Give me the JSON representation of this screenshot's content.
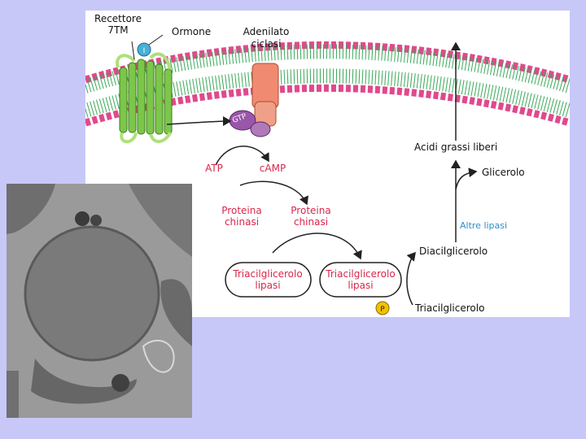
{
  "diagram": {
    "receptor_label_line1": "Recettore",
    "receptor_label_line2": "7TM",
    "hormone_label": "Ormone",
    "adenylate_cyclase_line1": "Adenilato",
    "adenylate_cyclase_line2": "ciclasi",
    "gtp_label": "GTP",
    "atp_label": "ATP",
    "camp_label": "cAMP",
    "pk_inactive_line1": "Proteina",
    "pk_inactive_line2": "chinasi",
    "pk_active_line1": "Proteina",
    "pk_active_line2": "chinasi",
    "tag_inactive_line1": "Triacilglicerolo",
    "tag_inactive_line2": "lipasi",
    "tag_active_line1": "Triacilglicerolo",
    "tag_active_line2": "lipasi",
    "phosphate_label": "P",
    "free_fatty_acids": "Acidi grassi liberi",
    "glycerol": "Glicerolo",
    "other_lipases": "Altre lipasi",
    "diacylglycerol": "Diacilglicerolo",
    "triacylglycerol": "Triacilglicerolo"
  },
  "colors": {
    "slide_background": "#c8c8f8",
    "label_red": "#d8274a",
    "label_blue": "#2a8fc8",
    "membrane_head": "#e0498c",
    "membrane_tail": "#3aa858",
    "receptor_green": "#7cc64a",
    "cyclase_salmon": "#f08a70",
    "gprotein_purple": "#9a56a8",
    "phosphate_yellow": "#f2c200"
  }
}
